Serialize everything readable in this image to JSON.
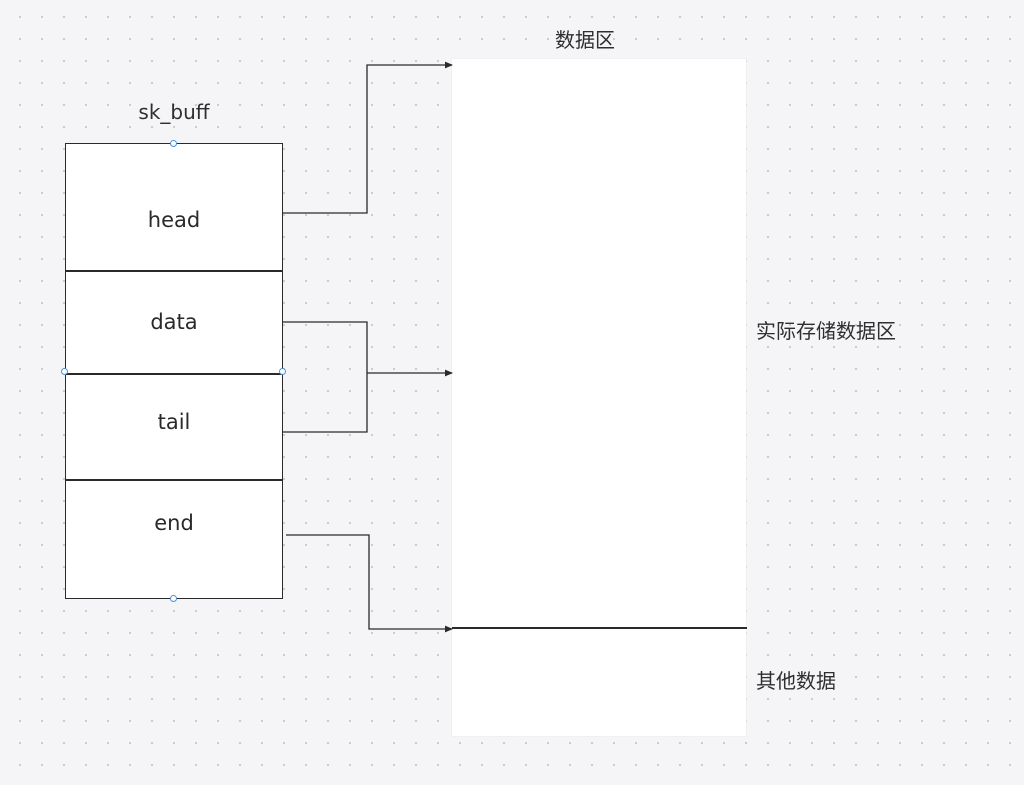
{
  "sk_buff": {
    "title": "sk_buff",
    "fields": [
      "head",
      "data",
      "tail",
      "end"
    ]
  },
  "data_region": {
    "title": "数据区",
    "actual_data_label": "实际存储数据区",
    "other_data_label": "其他数据"
  }
}
